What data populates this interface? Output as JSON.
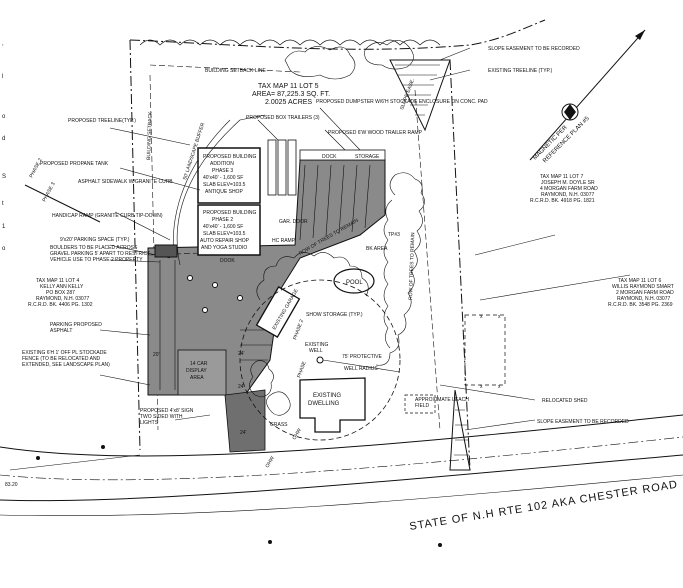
{
  "labels": {
    "setback": "BUILDING SETBACK LINE",
    "setback_side": "BUILDING SETBACK",
    "buffer": "50' LANDSCAPE BUFFER",
    "lot_title": "TAX MAP 11 LOT 5",
    "lot_area": "AREA= 87,225.3 SQ. FT.",
    "lot_acres": "2.0025 ACRES",
    "box_trailers": "PROPOSED BOX TRAILERS (3)",
    "dumpster": "PROPOSED DUMPSTER W/6'H STOCKADE ENCLOSURE ON CONC. PAD",
    "trailer_ramp": "PROPOSED 6'W WOOD TRAILER RAMP",
    "storage": "STORAGE",
    "dock_top": "DOCK",
    "bldg1_a": "PROPOSED BUILDING",
    "bldg1_b": "ADDITION",
    "bldg1_c": "PHASE 3",
    "bldg1_d": "40'x40' - 1,600 SF",
    "bldg1_e": "SLAB ELEV=103.5",
    "bldg1_f": "ANTIQUE SHOP",
    "bldg2_a": "PROPOSED BUILDING",
    "bldg2_b": "PHASE 2",
    "bldg2_c": "40'x40' - 1,600 SF",
    "bldg2_d": "SLAB ELEV=103.5",
    "bldg2_e": "AUTO REPAIR SHOP",
    "bldg2_f": "AND YOGA STUDIO",
    "dock_bottom": "DOOK",
    "gar_door": "GAR. DOOR",
    "hc_ramp": "HC RAMP",
    "prop_treeline": "PROPOSED TREELINE(TYP.)",
    "propane": "PROPOSED PROPANE TANK",
    "sidewalk": "ASPHALT SIDEWALK W/GRANITE CURB",
    "phase2_left": "PHASE 2",
    "phase3_left": "PHASE 3",
    "hc_ramp_note": "HANDICAP RAMP (GRANITE CURB TIP-DOWN)",
    "parking_space": "9'x20' PARKING SPACE (TYP.)",
    "boulders": "BOULDERS TO BE PLACED ACROSS GRAVEL PARKING 5' APART TO RESTRICT VEHICLE USE TO PHASE 2 PROPERTY",
    "lot4_a": "TAX MAP 11 LOT 4",
    "lot4_b": "KELLY ANN KELLY",
    "lot4_c": "PO BOX 287",
    "lot4_d": "RAYMOND, N.H. 03077",
    "lot4_e": "R.C.R.D. BK. 4406 PG. 1302",
    "parking_prop": "PARKING PROPOSED ASPHALT",
    "fence": "EXISTING 6'H 1' OFF PL STOCKADE FENCE (TO BE RELOCATED AND EXTENDED, SEE LANDSCAPE PLAN)",
    "car_display_a": "14 CAR",
    "car_display_b": "DISPLAY",
    "car_display_c": "AREA",
    "sign": "PROPOSED 4'x8' SIGN TWO SIDED WITH LIGHTS",
    "dim_20_left": "20'",
    "dim_24_a": "24'",
    "dim_24_b": "24'",
    "dim_24_c": "24'",
    "grass": "GRASS",
    "row_trees_a": "ROW OF TREES TO REMAIN",
    "row_trees_b": "ROW OF TREES TO REMAIN",
    "bk_area": "BK AREA",
    "pool": "POOL",
    "existing_garage": "EXISTING GARAGE",
    "show_storage": "SHOW STORAGE (TYP.)",
    "phase2_mid": "PHASE 2",
    "existing_well_a": "EXISTING",
    "existing_well_b": "WELL",
    "protective": "75' PROTECTIVE",
    "well_radius": "WELL RADIUS",
    "phase_mid2": "PHASE",
    "existing_dwelling_a": "EXISTING",
    "existing_dwelling_b": "DWELLING",
    "leach": "APPROXIMATE LEACH FIELD",
    "relocated_shed": "RELOCATED SHED",
    "slope_top": "SLOPE EASEMENT TO BE RECORDED",
    "slope_bottom": "SLOPE EASEMENT TO BE RECORDED",
    "exist_treeline": "EXISTING TREELINE (TYP.)",
    "magnetic_a": "MAGNETIC PER",
    "magnetic_b": "REFERENCE PLAN #5",
    "lot7_a": "TAX MAP 11 LOT 7",
    "lot7_b": "JOSEPH M. DOYLE SR",
    "lot7_c": "4 MORGAN FARM ROAD",
    "lot7_d": "RAYMOND, N.H. 03077",
    "lot7_e": "R.C.R.D. BK. 4918 PG. 1821",
    "lot6_a": "TAX MAP 11 LOT 6",
    "lot6_b": "WILLIS RAYMOND SMART",
    "lot6_c": "2 MORGAN FARM ROAD",
    "lot6_d": "RAYMOND, N.H. 03077",
    "lot6_e": "R.C.R.D. BK. 3548 PG. 2369",
    "road": "STATE OF N.H RTE 102 AKA CHESTER ROAD",
    "elev_left": "83.20",
    "tp": "TP#3",
    "ohw_a": "OHW",
    "ohw_b": "OHW",
    "slope_tag": "SLOPE EASE."
  }
}
